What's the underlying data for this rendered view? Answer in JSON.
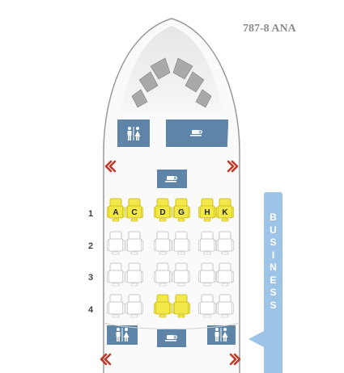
{
  "aircraft_title": "787-8 ANA",
  "cabin_class_letters": [
    "B",
    "U",
    "S",
    "I",
    "N",
    "E",
    "S",
    "S"
  ],
  "rows": [
    {
      "number": "1",
      "seats": [
        {
          "letter": "A",
          "status": "preferred"
        },
        {
          "letter": "C",
          "status": "preferred"
        },
        {
          "letter": "D",
          "status": "preferred"
        },
        {
          "letter": "G",
          "status": "preferred"
        },
        {
          "letter": "H",
          "status": "preferred"
        },
        {
          "letter": "K",
          "status": "preferred"
        }
      ]
    },
    {
      "number": "2",
      "seats": [
        {
          "letter": "",
          "status": "standard"
        },
        {
          "letter": "",
          "status": "standard"
        },
        {
          "letter": "",
          "status": "standard"
        },
        {
          "letter": "",
          "status": "standard"
        },
        {
          "letter": "",
          "status": "standard"
        },
        {
          "letter": "",
          "status": "standard"
        }
      ]
    },
    {
      "number": "3",
      "seats": [
        {
          "letter": "",
          "status": "standard"
        },
        {
          "letter": "",
          "status": "standard"
        },
        {
          "letter": "",
          "status": "standard"
        },
        {
          "letter": "",
          "status": "standard"
        },
        {
          "letter": "",
          "status": "standard"
        },
        {
          "letter": "",
          "status": "standard"
        }
      ]
    },
    {
      "number": "4",
      "seats": [
        {
          "letter": "",
          "status": "standard"
        },
        {
          "letter": "",
          "status": "standard"
        },
        {
          "letter": "",
          "status": "preferred"
        },
        {
          "letter": "",
          "status": "preferred"
        },
        {
          "letter": "",
          "status": "standard"
        },
        {
          "letter": "",
          "status": "standard"
        }
      ]
    }
  ],
  "facilities": {
    "front_lavatory": "lavatory-icon",
    "front_galley": "coffee-cup-icon",
    "mid_galley": "coffee-cup-icon",
    "rear_lavatory_left": "lavatory-icon",
    "rear_galley": "coffee-cup-icon",
    "rear_lavatory_right": "lavatory-icon"
  },
  "exits": [
    "exit-arrow-icon",
    "exit-arrow-icon",
    "exit-arrow-icon",
    "exit-arrow-icon"
  ],
  "colors": {
    "preferred_seat": "#f2e84a",
    "preferred_seat_stroke": "#c9b500",
    "standard_seat": "#ffffff",
    "standard_seat_stroke": "#b7b7b7",
    "facility_block": "#5e84a8",
    "exit_arrow": "#c0392b",
    "cabin_label": "#9dc3e6",
    "fuselage_stroke": "#9a9a9a"
  }
}
